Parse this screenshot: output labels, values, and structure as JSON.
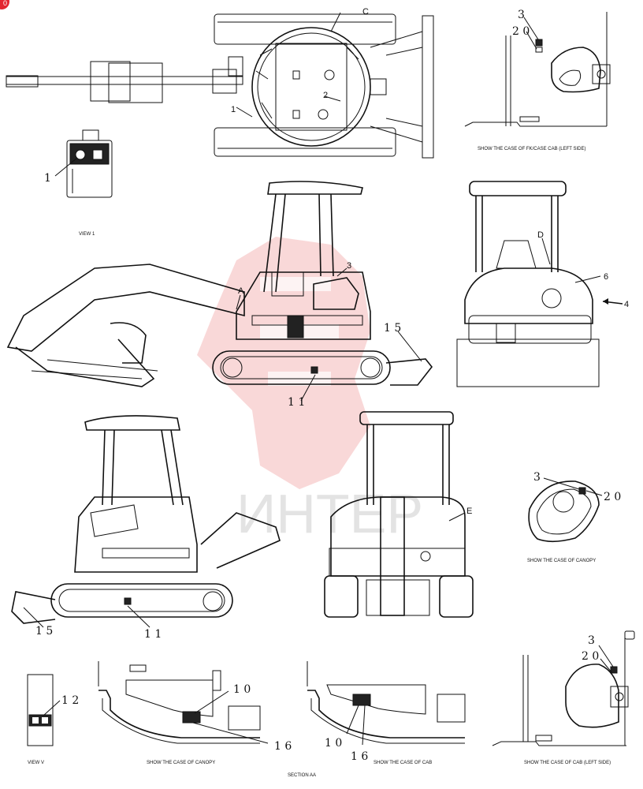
{
  "badge": {
    "text": "0",
    "color": "#e3262f"
  },
  "watermark": {
    "text": "ИНТЕР",
    "color": "#f4b8b8"
  },
  "captions": {
    "view1": "VIEW 1",
    "fk_cab_left": "SHOW THE CASE OF FK/CASE CAB (LEFT SIDE)",
    "canopy_right": "SHOW THE CASE OF CANOPY",
    "view_v": "VIEW V",
    "canopy_bottom": "SHOW THE CASE OF CANOPY",
    "section_aa": "SECTION AA",
    "cab_bottom": "SHOW THE CASE OF CAB",
    "cab_left_side": "SHOW THE CASE OF CAB (LEFT SIDE)"
  },
  "callouts": {
    "top_c": "C",
    "top_1": "1",
    "top_2": "2",
    "view1_1": "1",
    "fk_3": "3",
    "fk_20": "2 0",
    "side_a": "A",
    "side_3": "3",
    "side_15": "1 5",
    "side_11": "1 1",
    "rear_d": "D",
    "rear_6": "6",
    "rear_4": "4",
    "iso_15": "1 5",
    "iso_11": "1 1",
    "front_e": "E",
    "canopy_3": "3",
    "canopy_20": "2 0",
    "viewv_12": "1 2",
    "canopy_b_10": "1 0",
    "canopy_b_16": "1 6",
    "cab_b_10": "1 0",
    "cab_b_16": "1 6",
    "cab_l_3": "3",
    "cab_l_20": "2 0"
  }
}
